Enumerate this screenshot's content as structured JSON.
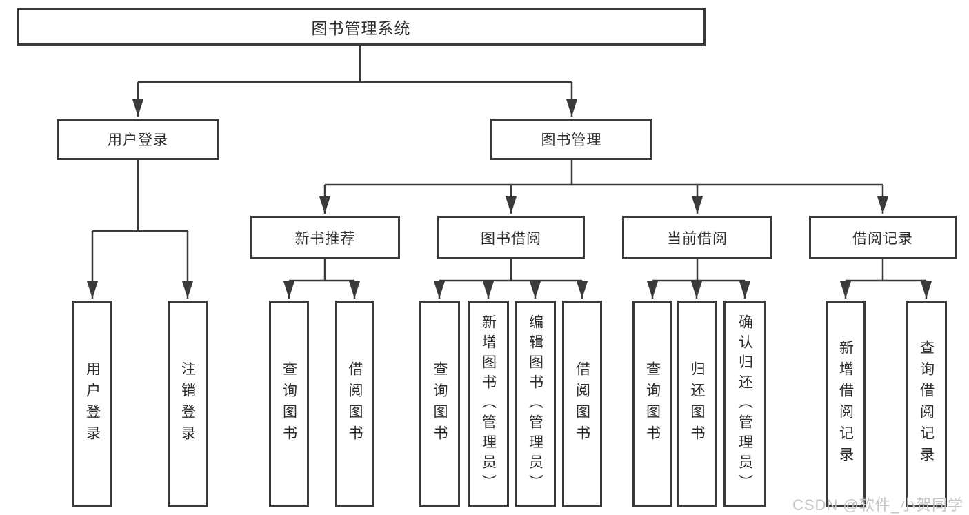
{
  "diagram": {
    "root": {
      "label": "图书管理系统"
    },
    "level2": [
      {
        "label": "用户登录"
      },
      {
        "label": "图书管理"
      }
    ],
    "level3": [
      {
        "label": "新书推荐",
        "parent": "图书管理"
      },
      {
        "label": "图书借阅",
        "parent": "图书管理"
      },
      {
        "label": "当前借阅",
        "parent": "图书管理"
      },
      {
        "label": "借阅记录",
        "parent": "图书管理"
      }
    ],
    "leaves": [
      {
        "label": "用户登录",
        "parent": "用户登录"
      },
      {
        "label": "注销登录",
        "parent": "用户登录"
      },
      {
        "label": "查询图书",
        "parent": "新书推荐"
      },
      {
        "label": "借阅图书",
        "parent": "新书推荐"
      },
      {
        "label": "查询图书",
        "parent": "图书借阅"
      },
      {
        "label": "新增图书（管理员）",
        "parent": "图书借阅"
      },
      {
        "label": "编辑图书（管理员）",
        "parent": "图书借阅"
      },
      {
        "label": "借阅图书",
        "parent": "图书借阅"
      },
      {
        "label": "查询图书",
        "parent": "当前借阅"
      },
      {
        "label": "归还图书",
        "parent": "当前借阅"
      },
      {
        "label": "确认归还（管理员）",
        "parent": "当前借阅"
      },
      {
        "label": "新增借阅记录",
        "parent": "借阅记录"
      },
      {
        "label": "查询借阅记录",
        "parent": "借阅记录"
      }
    ]
  },
  "watermark": {
    "text": "CSDN @软件_小贺同学"
  },
  "colors": {
    "line": "#3a3a3a",
    "text": "#2d2d2d",
    "box_fill": "#ffffff",
    "background": "#ffffff",
    "watermark": "#c4c4c4"
  }
}
